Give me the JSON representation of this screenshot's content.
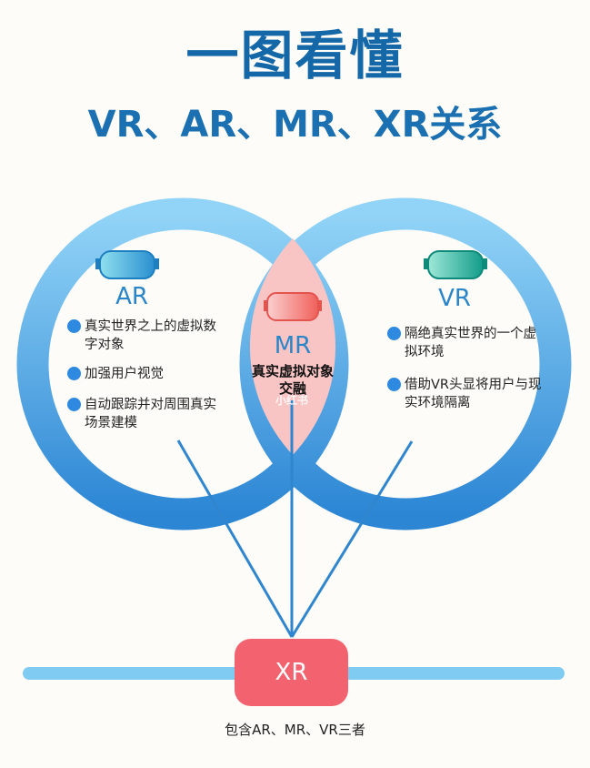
{
  "title": "一图看懂",
  "subtitle": "VR、AR、MR、XR关系",
  "ar": {
    "label": "AR",
    "items": [
      "真实世界之上的虚拟数字对象",
      "加强用户视觉",
      "自动跟踪并对周围真实场景建模"
    ]
  },
  "mr": {
    "label": "MR",
    "description": "真实虚拟对象交融"
  },
  "vr": {
    "label": "VR",
    "items": [
      "隔绝真实世界的一个虚拟环境",
      "借助VR头显将用户与现实环境隔离"
    ]
  },
  "xr": {
    "label": "XR",
    "caption": "包含AR、MR、VR三者"
  },
  "watermark": "小红书",
  "colors": {
    "ring_top": "#8fd2f6",
    "ring_bottom": "#2f8ad6",
    "lens": "#f9c4c4",
    "xr_box": "#f2636f",
    "bar": "#7fcbf2"
  }
}
